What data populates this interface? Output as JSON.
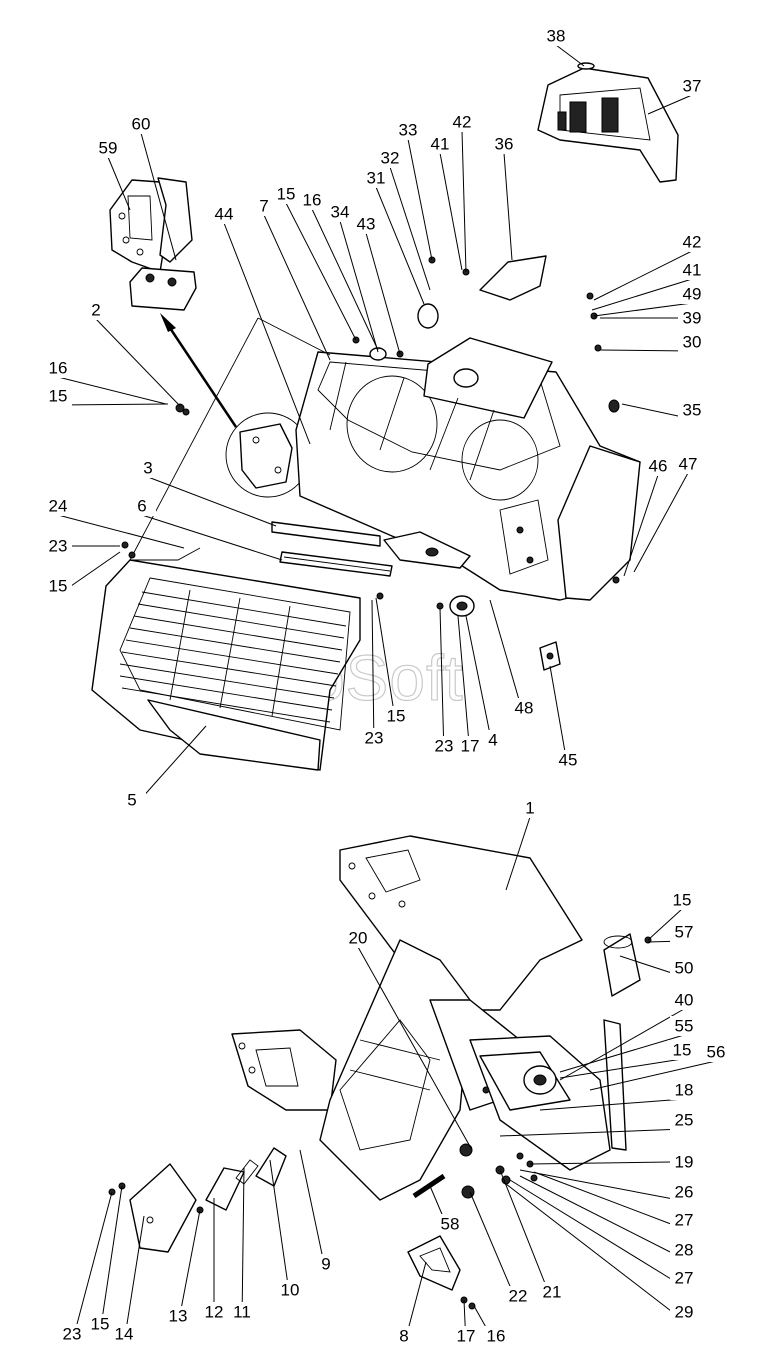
{
  "watermark": "AutoSoft",
  "callouts": [
    {
      "id": "c38",
      "text": "38"
    },
    {
      "id": "c37",
      "text": "37"
    },
    {
      "id": "c33",
      "text": "33"
    },
    {
      "id": "c42a",
      "text": "42"
    },
    {
      "id": "c36",
      "text": "36"
    },
    {
      "id": "c32",
      "text": "32"
    },
    {
      "id": "c41a",
      "text": "41"
    },
    {
      "id": "c31",
      "text": "31"
    },
    {
      "id": "c60",
      "text": "60"
    },
    {
      "id": "c59",
      "text": "59"
    },
    {
      "id": "c15a",
      "text": "15"
    },
    {
      "id": "c16a",
      "text": "16"
    },
    {
      "id": "c34",
      "text": "34"
    },
    {
      "id": "c44",
      "text": "44"
    },
    {
      "id": "c7",
      "text": "7"
    },
    {
      "id": "c43",
      "text": "43"
    },
    {
      "id": "c42b",
      "text": "42"
    },
    {
      "id": "c41b",
      "text": "41"
    },
    {
      "id": "c49",
      "text": "49"
    },
    {
      "id": "c39",
      "text": "39"
    },
    {
      "id": "c2",
      "text": "2"
    },
    {
      "id": "c30",
      "text": "30"
    },
    {
      "id": "c16b",
      "text": "16"
    },
    {
      "id": "c15b",
      "text": "15"
    },
    {
      "id": "c35",
      "text": "35"
    },
    {
      "id": "c3",
      "text": "3"
    },
    {
      "id": "c46",
      "text": "46"
    },
    {
      "id": "c47",
      "text": "47"
    },
    {
      "id": "c24",
      "text": "24"
    },
    {
      "id": "c6",
      "text": "6"
    },
    {
      "id": "c23a",
      "text": "23"
    },
    {
      "id": "c15c",
      "text": "15"
    },
    {
      "id": "c15d",
      "text": "15"
    },
    {
      "id": "c48",
      "text": "48"
    },
    {
      "id": "c23b",
      "text": "23"
    },
    {
      "id": "c23c",
      "text": "23"
    },
    {
      "id": "c17a",
      "text": "17"
    },
    {
      "id": "c4",
      "text": "4"
    },
    {
      "id": "c45",
      "text": "45"
    },
    {
      "id": "c5",
      "text": "5"
    },
    {
      "id": "c1",
      "text": "1"
    },
    {
      "id": "c15e",
      "text": "15"
    },
    {
      "id": "c57",
      "text": "57"
    },
    {
      "id": "c20",
      "text": "20"
    },
    {
      "id": "c50",
      "text": "50"
    },
    {
      "id": "c40",
      "text": "40"
    },
    {
      "id": "c55",
      "text": "55"
    },
    {
      "id": "c15f",
      "text": "15"
    },
    {
      "id": "c56",
      "text": "56"
    },
    {
      "id": "c18",
      "text": "18"
    },
    {
      "id": "c25",
      "text": "25"
    },
    {
      "id": "c19",
      "text": "19"
    },
    {
      "id": "c26",
      "text": "26"
    },
    {
      "id": "c27a",
      "text": "27"
    },
    {
      "id": "c28",
      "text": "28"
    },
    {
      "id": "c27b",
      "text": "27"
    },
    {
      "id": "c29",
      "text": "29"
    },
    {
      "id": "c58",
      "text": "58"
    },
    {
      "id": "c9",
      "text": "9"
    },
    {
      "id": "c10",
      "text": "10"
    },
    {
      "id": "c11",
      "text": "11"
    },
    {
      "id": "c12",
      "text": "12"
    },
    {
      "id": "c13",
      "text": "13"
    },
    {
      "id": "c14",
      "text": "14"
    },
    {
      "id": "c23d",
      "text": "23"
    },
    {
      "id": "c15g",
      "text": "15"
    },
    {
      "id": "c8",
      "text": "8"
    },
    {
      "id": "c17b",
      "text": "17"
    },
    {
      "id": "c16c",
      "text": "16"
    },
    {
      "id": "c22",
      "text": "22"
    },
    {
      "id": "c21",
      "text": "21"
    }
  ]
}
